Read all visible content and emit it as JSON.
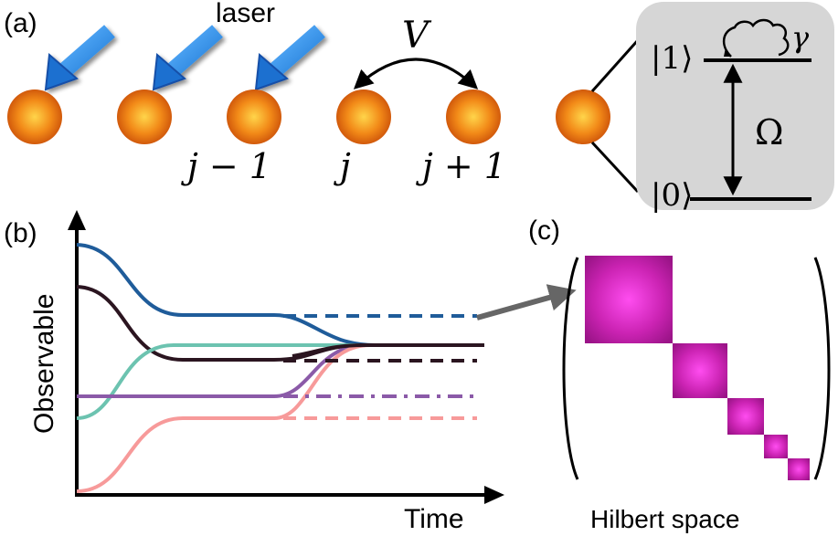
{
  "panels": {
    "a": "(a)",
    "b": "(b)",
    "c": "(c)"
  },
  "panel_a": {
    "laser_label": "laser",
    "coupling_label": "V",
    "site_labels": [
      "j − 1",
      "j",
      "j + 1"
    ],
    "level_upper": "|1⟩",
    "level_lower": "|0⟩",
    "rabi_label": "Ω",
    "decay_label": "γ",
    "colors": {
      "atom": "#e8730c",
      "atom_highlight": "#ffd54a",
      "laser": "#2f8ee6",
      "box": "#d6d6d6"
    }
  },
  "panel_b": {
    "xlabel": "Time",
    "ylabel": "Observable",
    "colors": {
      "blue": "#1f5c9a",
      "dark": "#2b1520",
      "teal": "#6cc3b0",
      "purple": "#8b5aa8",
      "pink": "#f79a9a"
    }
  },
  "panel_c": {
    "label": "Hilbert space",
    "colors": {
      "block": "#b0189a",
      "block_center": "#ff4df0"
    }
  }
}
